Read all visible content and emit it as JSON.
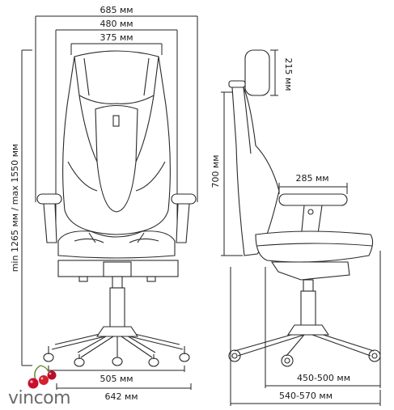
{
  "dimensions": {
    "overall_width": "685 мм",
    "back_width": "480 мм",
    "headrest_width": "375 мм",
    "height_range": "min 1265 мм / max 1550 мм",
    "back_height": "700 мм",
    "headrest_height": "215 мм",
    "armrest_depth": "285 мм",
    "base_inner": "505 мм",
    "base_outer": "642 мм",
    "seat_depth": "450-500 мм",
    "total_depth": "540-570 мм"
  },
  "brand": {
    "name": "vincom",
    "colors": {
      "berries": "#c8102e",
      "text": "#6b6b6b"
    }
  }
}
